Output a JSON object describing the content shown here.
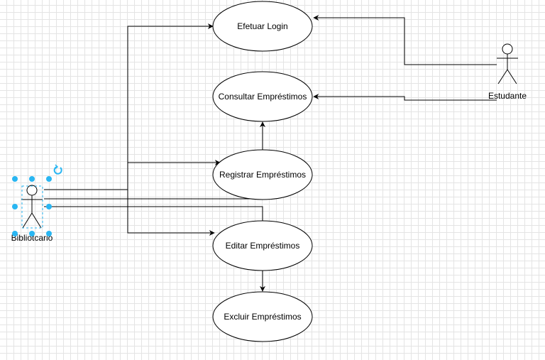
{
  "use_cases": {
    "login": "Efetuar Login",
    "consultar": "Consultar Empréstimos",
    "registrar": "Registrar Empréstimos",
    "editar": "Editar Empréstimos",
    "excluir": "Excluir Empréstimos"
  },
  "actors": {
    "estudante": "Estudante",
    "bibliotecario": "Bibliotcario"
  },
  "colors": {
    "line": "#000000",
    "selection": "#29b6f2",
    "grid": "#e4e4e4"
  },
  "icons": [
    "actor-figure-icon",
    "rotate-handle-icon",
    "arrowhead-icon"
  ]
}
